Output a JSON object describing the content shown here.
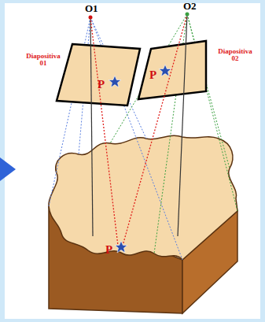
{
  "diagram": {
    "labels": [
      "O1",
      "O2",
      "Diapositiva 01",
      "Diapositiva 02",
      "P",
      "P",
      "P"
    ]
  }
}
